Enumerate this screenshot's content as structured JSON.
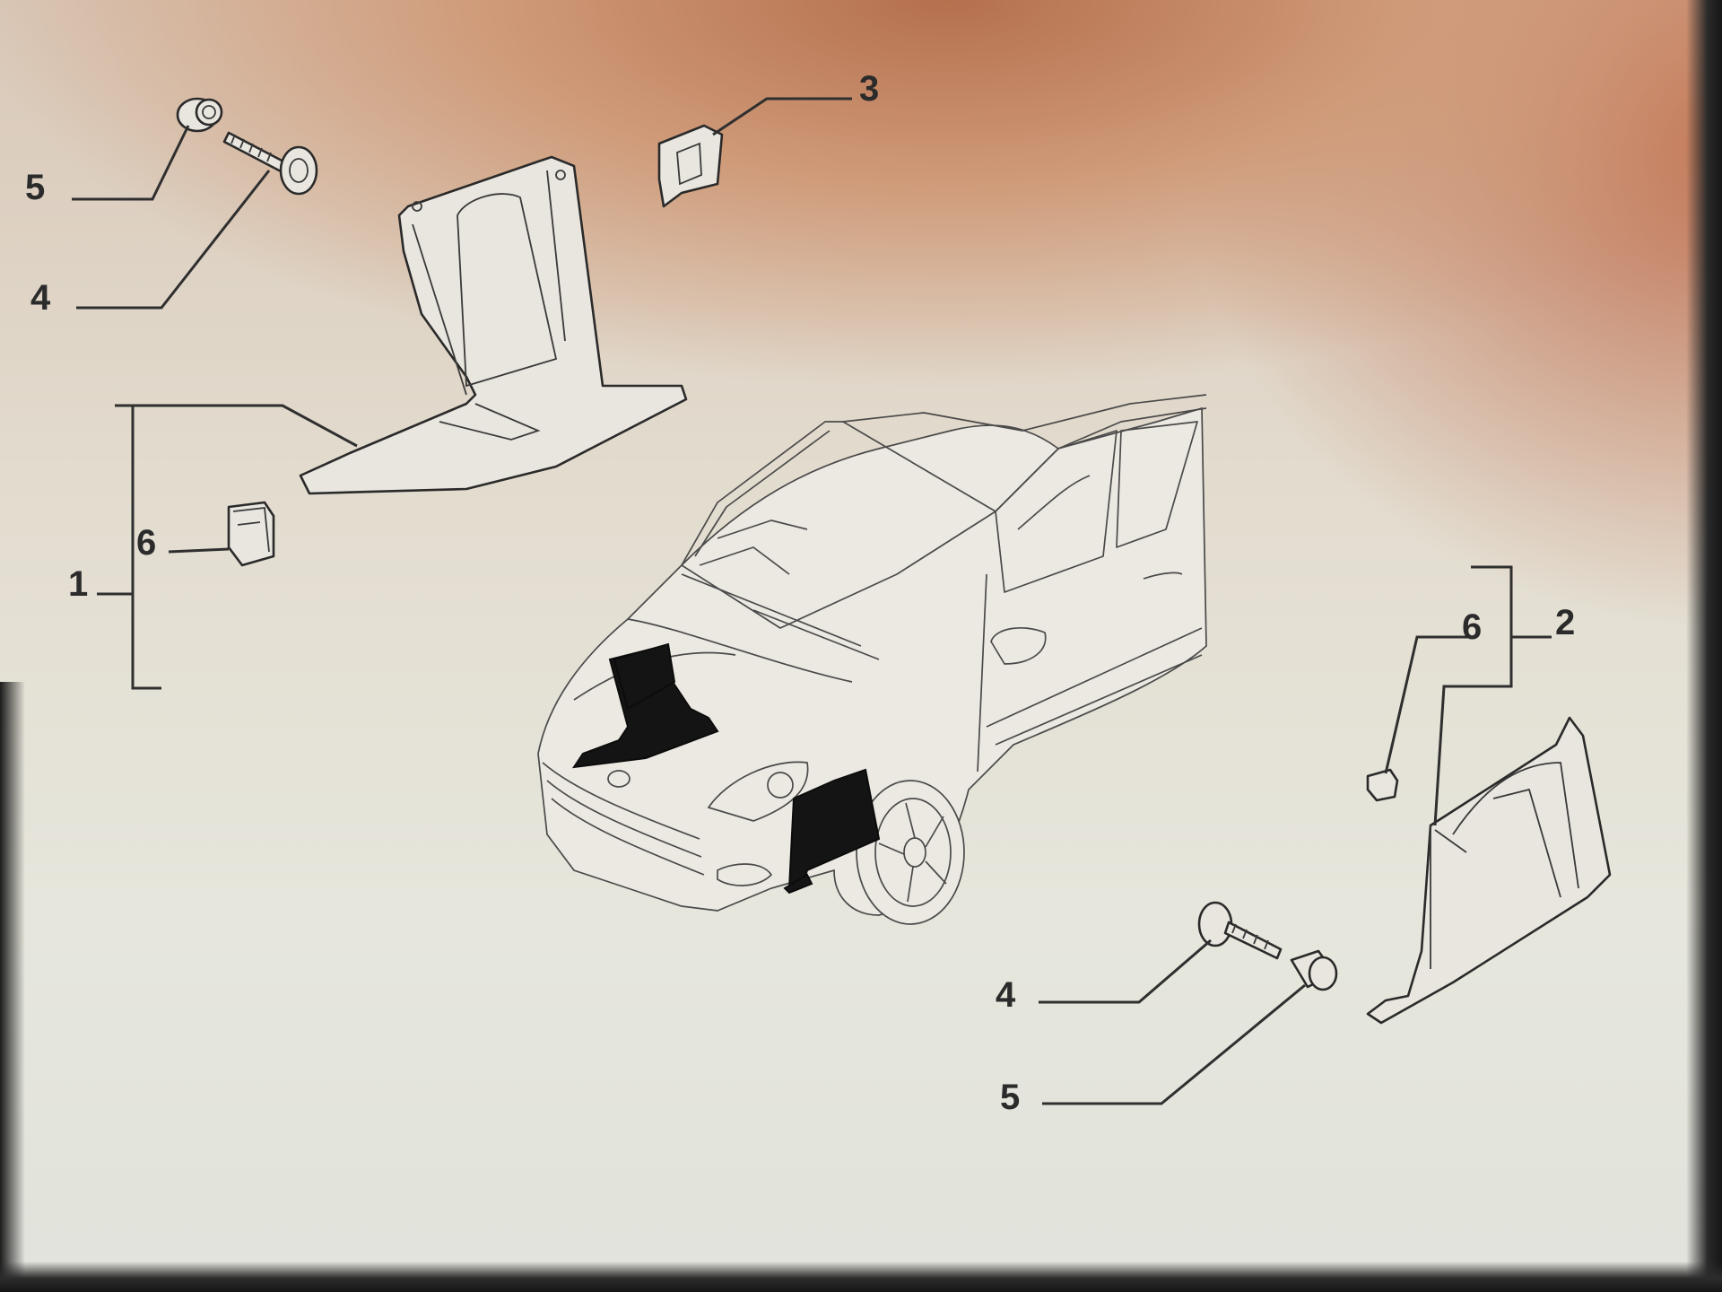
{
  "diagram": {
    "callouts": {
      "left_nut_top": "5",
      "left_screw_top": "4",
      "clip_top": "3",
      "left_shield_group": "1",
      "left_clip": "6",
      "right_shield_group": "2",
      "right_clip": "6",
      "right_screw": "4",
      "right_nut": "5"
    },
    "icons": {
      "car": "car-illustration",
      "shield_left": "under-engine-shield-part",
      "shield_right": "wheel-arch-liner-part",
      "screw": "screw-part",
      "nut": "nut-part",
      "clip": "clip-part"
    }
  }
}
